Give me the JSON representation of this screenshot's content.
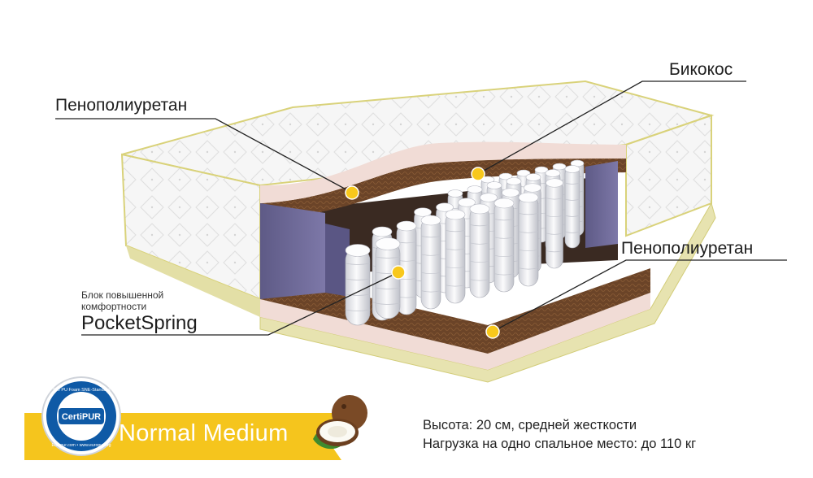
{
  "labels": {
    "top_foam": "Пенополиуретан",
    "bicocos": "Бикокос",
    "bottom_foam": "Пенополиуретан",
    "spring_caption_line1": "Блок повышенной",
    "spring_caption_line2": "комфортности",
    "spring_name": "PocketSpring"
  },
  "badge": {
    "certification": "CertiPUR",
    "ring_text_top": "The PU Foam SNE-Standard",
    "ring_text_bottom": "Europur.com • www.europur.org"
  },
  "ribbon": {
    "title": "Normal Medium",
    "color": "#f5c51d"
  },
  "specs": {
    "line1": "Высота: 20 см, средней жесткости",
    "line2": "Нагрузка на одно спальное место: до 110 кг"
  },
  "colors": {
    "accent_dot": "#f8c81c",
    "pink_foam": "#f1dcd6",
    "coir": "#6b4428",
    "side_foam": "#6f6a98",
    "spring": "#e9eaee",
    "piping": "#d9d27a"
  },
  "icons": [
    "coconut-icon",
    "certipur-badge-icon"
  ]
}
